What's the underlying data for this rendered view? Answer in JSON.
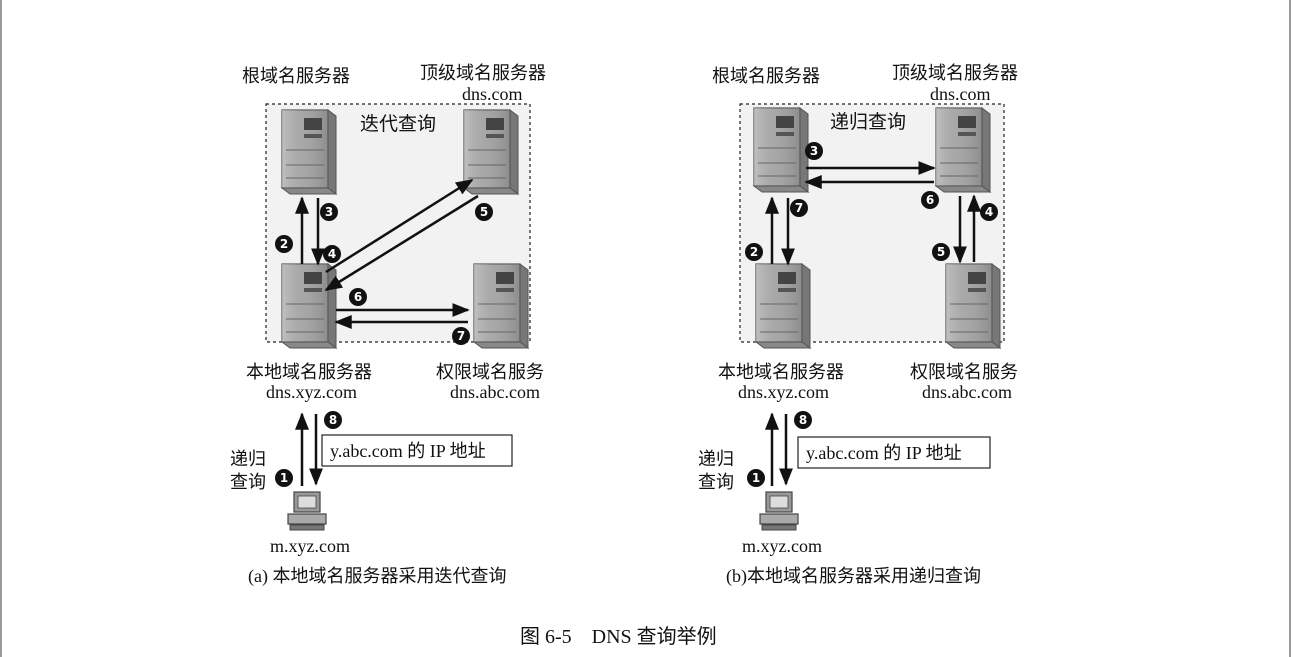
{
  "panel_a": {
    "root_server": "根域名服务器",
    "tld_server": "顶级域名服务器",
    "tld_domain": "dns.com",
    "box_title": "迭代查询",
    "local_server": "本地域名服务器",
    "local_domain": "dns.xyz.com",
    "auth_server": "权限域名服务",
    "auth_domain": "dns.abc.com",
    "recursive_label_line1": "递归",
    "recursive_label_line2": "查询",
    "answer_box": "y.abc.com 的 IP 地址",
    "host": "m.xyz.com",
    "caption": "(a) 本地域名服务器采用迭代查询",
    "steps": [
      "1",
      "2",
      "3",
      "4",
      "5",
      "6",
      "7",
      "8"
    ]
  },
  "panel_b": {
    "root_server": "根域名服务器",
    "tld_server": "顶级域名服务器",
    "tld_domain": "dns.com",
    "box_title": "递归查询",
    "local_server": "本地域名服务器",
    "local_domain": "dns.xyz.com",
    "auth_server": "权限域名服务",
    "auth_domain": "dns.abc.com",
    "recursive_label_line1": "递归",
    "recursive_label_line2": "查询",
    "answer_box": "y.abc.com 的 IP 地址",
    "host": "m.xyz.com",
    "caption": "(b)本地域名服务器采用递归查询",
    "steps": [
      "1",
      "2",
      "3",
      "4",
      "5",
      "6",
      "7",
      "8"
    ]
  },
  "figure_caption": "图 6-5　DNS 查询举例"
}
